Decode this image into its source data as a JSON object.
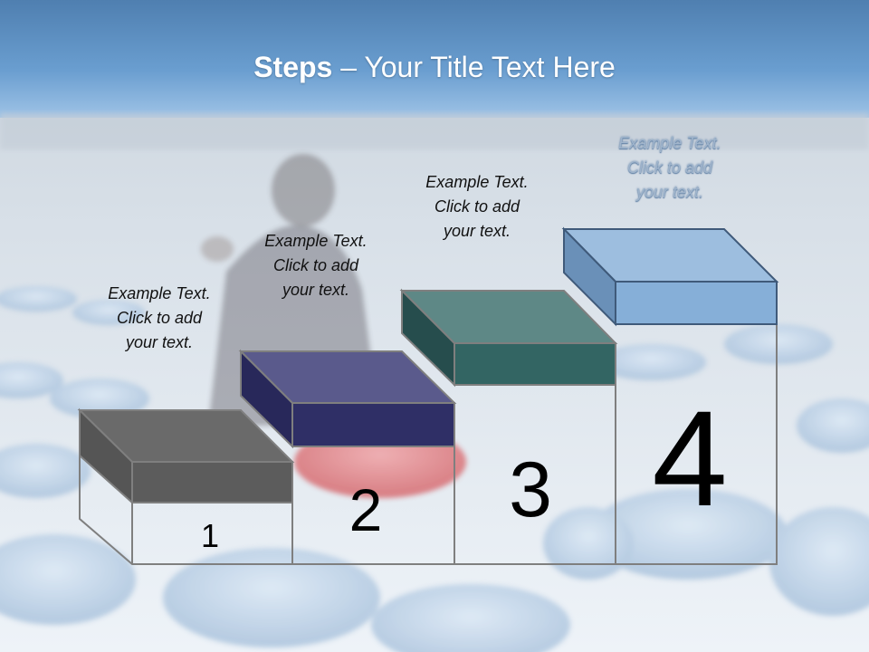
{
  "title": {
    "bold": "Steps",
    "rest": " – Your Title Text Here"
  },
  "steps": [
    {
      "number": "1",
      "caption": [
        "Example Text.",
        "Click  to add",
        "your text."
      ],
      "color_top": "#6a6a6a",
      "color_front": "#5c5c5c"
    },
    {
      "number": "2",
      "caption": [
        "Example Text.",
        "Click  to add",
        "your text."
      ],
      "color_top": "#5a5a8c",
      "color_front": "#2f2f66"
    },
    {
      "number": "3",
      "caption": [
        "Example Text.",
        "Click  to add",
        "your text."
      ],
      "color_top": "#5e8886",
      "color_front": "#336563"
    },
    {
      "number": "4",
      "caption": [
        "Example Text.",
        "Click  to add",
        "your text."
      ],
      "color_top": "#9dbedf",
      "color_front": "#86afd8"
    }
  ],
  "colors": {
    "header": "#4f86bd",
    "outline": "#7f7f7f"
  }
}
